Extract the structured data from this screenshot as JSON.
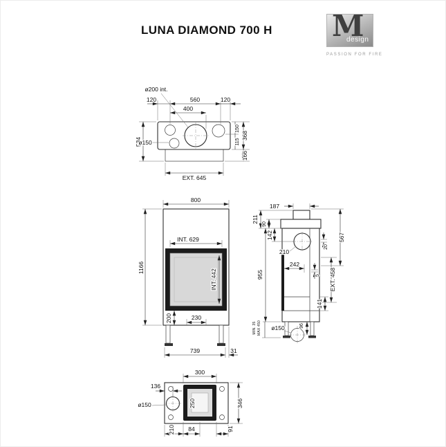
{
  "title": "LUNA DIAMOND 700 H",
  "logo": {
    "letter": "M",
    "name": "design",
    "tagline": "PASSION FOR FIRE"
  },
  "colors": {
    "line": "#333333",
    "frame_dark": "#1c1c1c",
    "glass": "#d8d8d8",
    "logo_gradient_start": "#eaeaea",
    "logo_gradient_end": "#8a8a8a",
    "tagline": "#9a9a9a"
  },
  "top_view": {
    "flue_dia": "ø200 int.",
    "left_offset": "120",
    "inner_width": "560",
    "circle_span": "400",
    "right_offset": "120",
    "depth_total": "534",
    "air_dia": "ø150",
    "depth_a": "150",
    "depth_b": "115",
    "body_depth": "368",
    "base_depth": "166",
    "ext_width": "EXT. 645"
  },
  "front_view": {
    "width": "800",
    "height": "1166",
    "int_width": "INT. 629",
    "int_height": "INT. 442",
    "base_height": "200",
    "grille_width": "230",
    "base_width": "739",
    "leg_offset": "31"
  },
  "side_view": {
    "top_depth": "187",
    "d211": "211",
    "d90": "90",
    "d142": "142",
    "d567": "567",
    "d20": "20",
    "flue_dia": "210",
    "body_height": "955",
    "d242": "242",
    "d5": "5",
    "ext_height": "EXT. 458",
    "d141": "141",
    "d96": "96",
    "air_dia": "ø150",
    "leg_min": "MIN. 35",
    "leg_max": "MAX 450"
  },
  "bottom_view": {
    "opening_width": "300",
    "d136": "136",
    "air_dia": "ø150",
    "opening_depth": "250",
    "plate_depth": "346",
    "d210": "210",
    "d84": "84",
    "d91": "91"
  }
}
